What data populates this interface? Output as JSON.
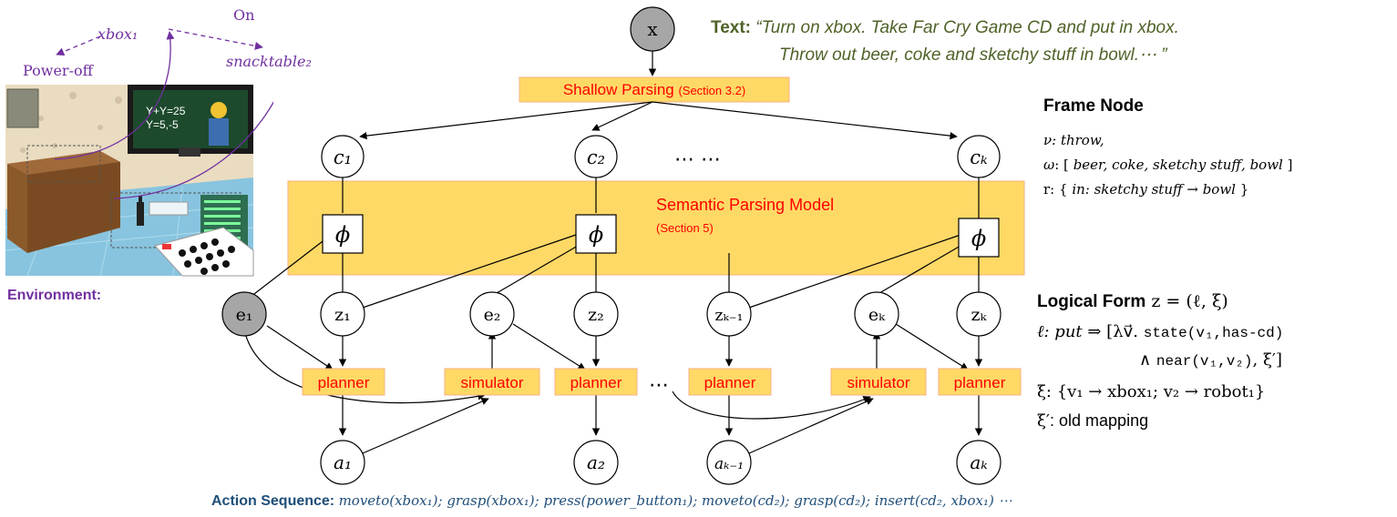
{
  "env_labels": {
    "xbox": "xbox₁",
    "on": "On",
    "snacktable": "snacktable₂",
    "power_off": "Power-off",
    "environment": "Environment:"
  },
  "scene": {
    "board_line1": "Y+Y=25",
    "board_line2": "Y=5,-5"
  },
  "text_block": {
    "label": "Text:",
    "line1": "“Turn on xbox. Take Far Cry Game CD and put in xbox.",
    "line2": "Throw out beer, coke and sketchy stuff in bowl.⋯ ”"
  },
  "nodes": {
    "x": "x",
    "c1": "c₁",
    "c2": "c₂",
    "ck": "cₖ",
    "phi": "ϕ",
    "e1": "e₁",
    "e2": "e₂",
    "ek": "eₖ",
    "z1": "z₁",
    "z2": "z₂",
    "zk1": "zₖ₋₁",
    "zk": "zₖ",
    "a1": "a₁",
    "a2": "a₂",
    "ak1": "aₖ₋₁",
    "ak": "aₖ"
  },
  "boxes": {
    "shallow_main": "Shallow Parsing ",
    "shallow_sec": "(Section 3.2)",
    "semantic_main": "Semantic Parsing Model",
    "semantic_sec": "(Section 5)",
    "planner": "planner",
    "simulator": "simulator"
  },
  "ellipsis_mid": "⋯ ⋯",
  "ellipsis_low": "⋯",
  "frame": {
    "title": "Frame Node",
    "v_sym": "ν",
    "v_val": ": throw,",
    "w_sym": "ω",
    "w_pre": ": [ ",
    "w_val": "beer, coke, sketchy stuff, bowl",
    "w_post": "  ]",
    "r_pre": "r: { ",
    "r_val": "in: sketchy stuff → bowl",
    "r_post": " }"
  },
  "logical": {
    "title": "Logical Form",
    "title_math": " z = (ℓ, ξ)",
    "line1_a": "ℓ: ",
    "line1_b": "put",
    "line1_c": " ⇒ [λv⃗. ",
    "line1_d": "state(v₁,has-cd)",
    "line2_a": "∧ ",
    "line2_b": "near(v₁,v₂)",
    "line2_c": ", ξ′]",
    "line3": "ξ: {v₁ → xbox₁; v₂ → robot₁}",
    "line4_a": "ξ′",
    "line4_b": ": old mapping"
  },
  "action": {
    "label": "Action Sequence: ",
    "value": "moveto(xbox₁); grasp(xbox₁); press(power_button₁); moveto(cd₂); grasp(cd₂); insert(cd₂, xbox₁)  ⋯"
  },
  "colors": {
    "box_fill": "#ffd966",
    "box_stroke": "#f4b183",
    "red_text": "#ff0000",
    "purple": "#7030a0",
    "green": "#4f6228",
    "navy": "#1f4e79",
    "grey_node": "#a6a6a6"
  }
}
